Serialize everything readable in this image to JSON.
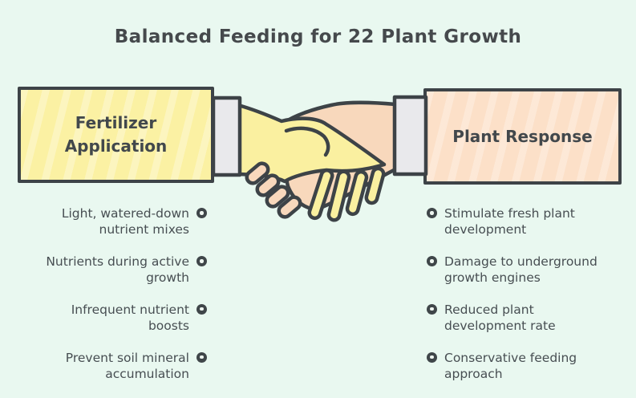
{
  "title": "Balanced Feeding for 22 Plant Growth",
  "left_box": {
    "label": "Fertilizer\nApplication"
  },
  "right_box": {
    "label": "Plant Response"
  },
  "left_list": {
    "items": [
      {
        "text": "Light, watered-down\nnutrient mixes"
      },
      {
        "text": "Nutrients during active\ngrowth"
      },
      {
        "text": "Infrequent nutrient\nboosts"
      },
      {
        "text": "Prevent soil mineral\naccumulation"
      }
    ]
  },
  "right_list": {
    "items": [
      {
        "text": "Stimulate fresh plant\ndevelopment"
      },
      {
        "text": "Damage to underground\ngrowth engines"
      },
      {
        "text": "Reduced plant\ndevelopment rate"
      },
      {
        "text": "Conservative feeding\napproach"
      }
    ]
  },
  "illustration": {
    "name": "handshake",
    "left_hand_color": "#faf0a0",
    "right_hand_color": "#f8d8bc",
    "cuff_color": "#e9e9ec",
    "outline_color": "#3d4347"
  },
  "colors": {
    "background": "#e9f8f0",
    "text": "#474e52",
    "title_text": "#45494c",
    "left_box_fill": "#fbf1a3",
    "right_box_fill": "#fce0c8",
    "box_border": "#3d4347",
    "bullet": "#3f4649"
  }
}
